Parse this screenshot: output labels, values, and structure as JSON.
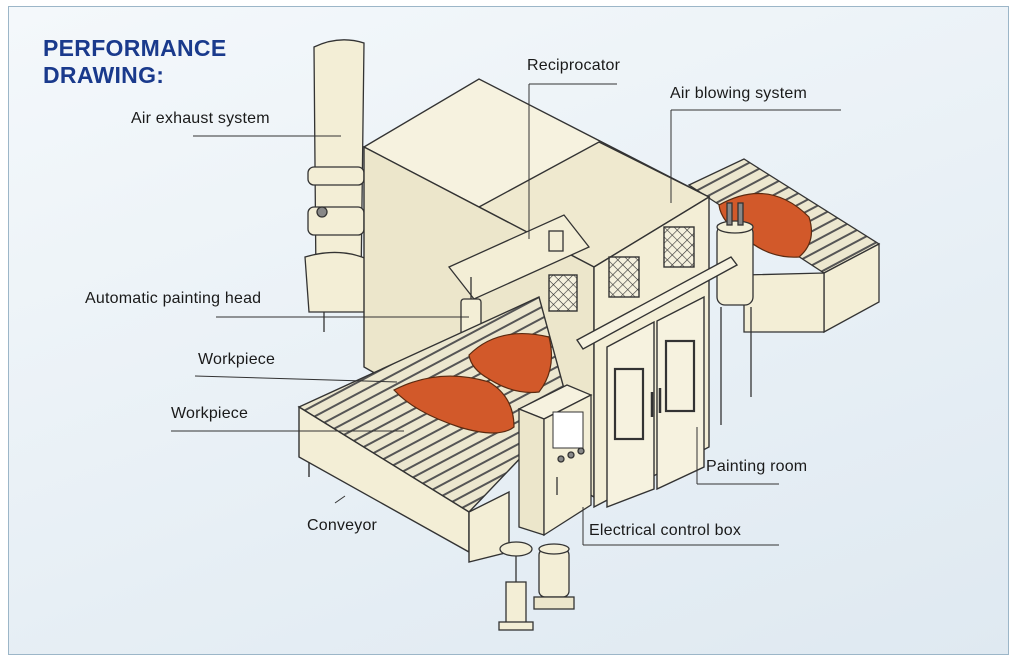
{
  "heading": {
    "line1": "PERFORMANCE",
    "line2": "DRAWING:"
  },
  "labels": {
    "reciprocator": "Reciprocator",
    "air_blowing": "Air blowing system",
    "air_exhaust": "Air exhaust system",
    "painting_head": "Automatic painting head",
    "workpiece_upper": "Workpiece",
    "workpiece_lower": "Workpiece",
    "painting_room": "Painting room",
    "conveyor": "Conveyor",
    "control_box": "Electrical control box"
  },
  "colors": {
    "accent_heading": "#1a3a8c",
    "machine_body": "#f3eed6",
    "workpiece": "#d2592a",
    "frame_border": "#9cb6c8"
  }
}
